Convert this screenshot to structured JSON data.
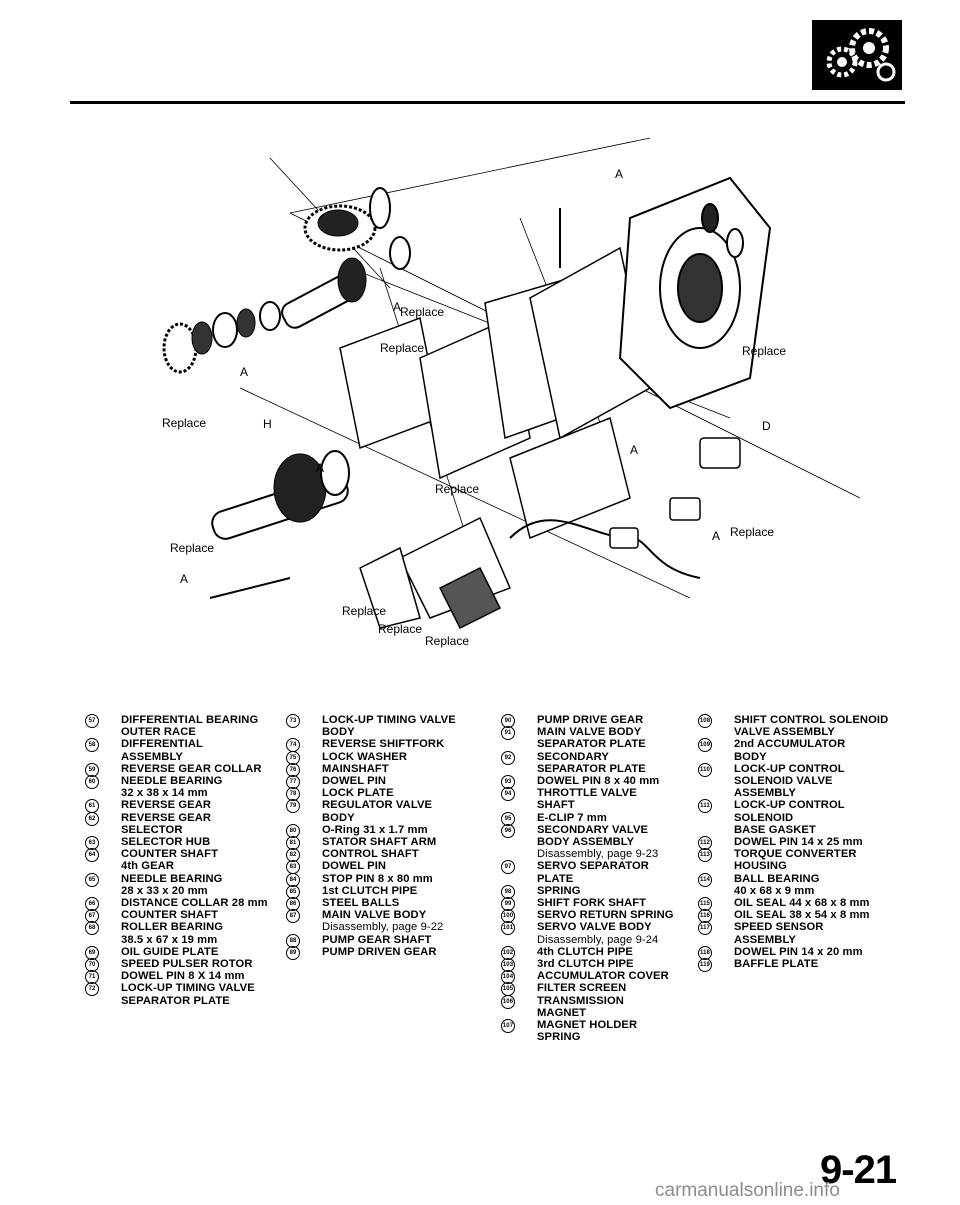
{
  "page_number": "9-21",
  "watermark": "carmanualsonline.info",
  "diagram": {
    "callouts": {
      "replace_1": "Replace",
      "replace_2": "Replace",
      "replace_3": "Replace",
      "replace_4": "Replace",
      "replace_5": "Replace",
      "replace_6": "Replace",
      "replace_7": "Replace",
      "replace_8": "Replace",
      "replace_9": "Replace",
      "replace_10": "Replace",
      "letter_a1": "A",
      "letter_a2": "A",
      "letter_a3": "A",
      "letter_a4": "A",
      "letter_a5": "A",
      "letter_a6": "A",
      "letter_a7": "A",
      "letter_d": "D",
      "letter_h": "H"
    }
  },
  "legend": {
    "col1": [
      {
        "num": "57",
        "lines": [
          "DIFFERENTIAL BEARING",
          "OUTER RACE"
        ]
      },
      {
        "num": "58",
        "lines": [
          "DIFFERENTIAL",
          "ASSEMBLY"
        ]
      },
      {
        "num": "59",
        "lines": [
          "REVERSE GEAR COLLAR"
        ]
      },
      {
        "num": "60",
        "lines": [
          "NEEDLE BEARING",
          "32 x 38 x 14 mm"
        ]
      },
      {
        "num": "61",
        "lines": [
          "REVERSE GEAR"
        ]
      },
      {
        "num": "62",
        "lines": [
          "REVERSE GEAR",
          "SELECTOR"
        ]
      },
      {
        "num": "63",
        "lines": [
          "SELECTOR HUB"
        ]
      },
      {
        "num": "64",
        "lines": [
          "COUNTER SHAFT",
          "4th GEAR"
        ]
      },
      {
        "num": "65",
        "lines": [
          "NEEDLE BEARING",
          "28 x 33 x 20 mm"
        ]
      },
      {
        "num": "66",
        "lines": [
          "DISTANCE COLLAR 28 mm"
        ]
      },
      {
        "num": "67",
        "lines": [
          "COUNTER SHAFT"
        ]
      },
      {
        "num": "68",
        "lines": [
          "ROLLER BEARING",
          "38.5 x 67 x 19 mm"
        ]
      },
      {
        "num": "69",
        "lines": [
          "OIL GUIDE PLATE"
        ]
      },
      {
        "num": "70",
        "lines": [
          "SPEED PULSER ROTOR"
        ]
      },
      {
        "num": "71",
        "lines": [
          "DOWEL PIN 8 X 14 mm"
        ]
      },
      {
        "num": "72",
        "lines": [
          "LOCK-UP TIMING VALVE",
          "SEPARATOR PLATE"
        ]
      }
    ],
    "col2": [
      {
        "num": "73",
        "lines": [
          "LOCK-UP TIMING VALVE",
          "BODY"
        ]
      },
      {
        "num": "74",
        "lines": [
          "REVERSE SHIFTFORK"
        ]
      },
      {
        "num": "75",
        "lines": [
          "LOCK WASHER"
        ]
      },
      {
        "num": "76",
        "lines": [
          "MAINSHAFT"
        ]
      },
      {
        "num": "77",
        "lines": [
          "DOWEL PIN"
        ]
      },
      {
        "num": "78",
        "lines": [
          "LOCK PLATE"
        ]
      },
      {
        "num": "79",
        "lines": [
          "REGULATOR VALVE",
          "BODY"
        ]
      },
      {
        "num": "80",
        "lines": [
          "O-Ring 31 x 1.7 mm"
        ]
      },
      {
        "num": "81",
        "lines": [
          "STATOR SHAFT ARM"
        ]
      },
      {
        "num": "82",
        "lines": [
          "CONTROL SHAFT"
        ]
      },
      {
        "num": "83",
        "lines": [
          "DOWEL PIN"
        ]
      },
      {
        "num": "84",
        "lines": [
          "STOP PIN 8 x 80 mm"
        ]
      },
      {
        "num": "85",
        "lines": [
          "1st CLUTCH PIPE"
        ]
      },
      {
        "num": "86",
        "lines": [
          "STEEL BALLS"
        ]
      },
      {
        "num": "87",
        "lines": [
          "MAIN VALVE BODY"
        ],
        "note": "Disassembly, page 9-22"
      },
      {
        "num": "88",
        "lines": [
          "PUMP GEAR SHAFT"
        ]
      },
      {
        "num": "89",
        "lines": [
          "PUMP DRIVEN GEAR"
        ]
      }
    ],
    "col3": [
      {
        "num": "90",
        "lines": [
          "PUMP DRIVE GEAR"
        ]
      },
      {
        "num": "91",
        "lines": [
          "MAIN VALVE BODY",
          "SEPARATOR PLATE"
        ]
      },
      {
        "num": "92",
        "lines": [
          "SECONDARY",
          "SEPARATOR PLATE"
        ]
      },
      {
        "num": "93",
        "lines": [
          "DOWEL PIN 8 x 40 mm"
        ]
      },
      {
        "num": "94",
        "lines": [
          "THROTTLE VALVE",
          "SHAFT"
        ]
      },
      {
        "num": "95",
        "lines": [
          "E-CLIP 7 mm"
        ]
      },
      {
        "num": "96",
        "lines": [
          "SECONDARY VALVE",
          "BODY ASSEMBLY"
        ],
        "note": "Disassembly, page 9-23"
      },
      {
        "num": "97",
        "lines": [
          "SERVO SEPARATOR",
          "PLATE"
        ]
      },
      {
        "num": "98",
        "lines": [
          "SPRING"
        ]
      },
      {
        "num": "99",
        "lines": [
          "SHIFT FORK SHAFT"
        ]
      },
      {
        "num": "100",
        "lines": [
          "SERVO RETURN SPRING"
        ]
      },
      {
        "num": "101",
        "lines": [
          "SERVO VALVE BODY"
        ],
        "note": "Disassembly, page 9-24"
      },
      {
        "num": "102",
        "lines": [
          "4th CLUTCH PIPE"
        ]
      },
      {
        "num": "103",
        "lines": [
          "3rd CLUTCH PIPE"
        ]
      },
      {
        "num": "104",
        "lines": [
          "ACCUMULATOR COVER"
        ]
      },
      {
        "num": "105",
        "lines": [
          "FILTER SCREEN"
        ]
      },
      {
        "num": "106",
        "lines": [
          "TRANSMISSION",
          "MAGNET"
        ]
      },
      {
        "num": "107",
        "lines": [
          "MAGNET HOLDER",
          "SPRING"
        ]
      }
    ],
    "col4": [
      {
        "num": "108",
        "lines": [
          "SHIFT CONTROL SOLENOID",
          "VALVE ASSEMBLY"
        ]
      },
      {
        "num": "109",
        "lines": [
          "2nd ACCUMULATOR",
          "BODY"
        ]
      },
      {
        "num": "110",
        "lines": [
          "LOCK-UP CONTROL",
          "SOLENOID VALVE",
          "ASSEMBLY"
        ]
      },
      {
        "num": "111",
        "lines": [
          "LOCK-UP CONTROL",
          "SOLENOID",
          "BASE GASKET"
        ]
      },
      {
        "num": "112",
        "lines": [
          "DOWEL PIN 14 x 25 mm"
        ]
      },
      {
        "num": "113",
        "lines": [
          "TORQUE CONVERTER",
          "HOUSING"
        ]
      },
      {
        "num": "114",
        "lines": [
          "BALL BEARING",
          "40 x 68 x 9 mm"
        ]
      },
      {
        "num": "115",
        "lines": [
          "OIL SEAL 44 x 68 x 8 mm"
        ]
      },
      {
        "num": "116",
        "lines": [
          "OIL SEAL 38 x 54 x 8 mm"
        ]
      },
      {
        "num": "117",
        "lines": [
          "SPEED SENSOR",
          "ASSEMBLY"
        ]
      },
      {
        "num": "118",
        "lines": [
          "DOWEL PIN 14 x 20 mm"
        ]
      },
      {
        "num": "119",
        "lines": [
          "BAFFLE PLATE"
        ]
      }
    ]
  }
}
